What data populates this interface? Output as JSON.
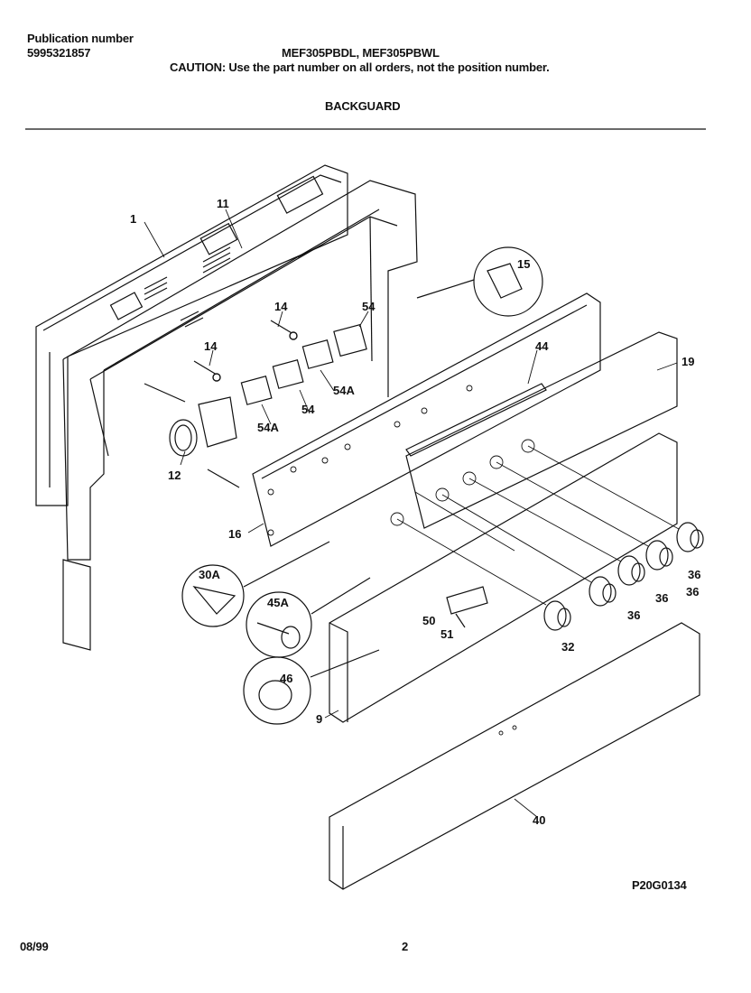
{
  "header": {
    "pub_label": "Publication number",
    "pub_number": "5995321857",
    "models": "MEF305PBDL, MEF305PBWL",
    "caution": "CAUTION:  Use the part number on all orders, not the position number.",
    "section": "BACKGUARD"
  },
  "callouts": {
    "c1": "1",
    "c11": "11",
    "c14a": "14",
    "c14b": "14",
    "c54a": "54",
    "c54b": "54",
    "c54A1": "54A",
    "c54A2": "54A",
    "c12": "12",
    "c15": "15",
    "c44": "44",
    "c19": "19",
    "c16": "16",
    "c30A": "30A",
    "c45A": "45A",
    "c46": "46",
    "c50": "50",
    "c51": "51",
    "c32": "32",
    "c36a": "36",
    "c36b": "36",
    "c36c": "36",
    "c36d": "36",
    "c9": "9",
    "c40": "40"
  },
  "footer": {
    "drawing_id": "P20G0134",
    "date": "08/99",
    "page": "2"
  }
}
